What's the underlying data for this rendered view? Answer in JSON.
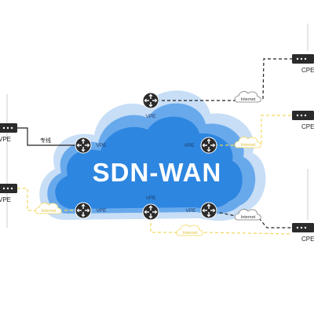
{
  "title": "SDN-WAN",
  "colors": {
    "cloud_outer": "#bcd8f5",
    "cloud_mid": "#5ea3ea",
    "cloud_inner": "#2f86e2",
    "router": "#2b2b2b",
    "link_black": "#222222",
    "link_yellow": "#f2d65b"
  },
  "labels": {
    "vpe": "VPE",
    "cpe": "CPE",
    "dedicated_line": "专线",
    "internet": "Internet"
  },
  "nodes": {
    "vpe_top": "VPE",
    "vpe_mid_left": "VPE",
    "vpe_mid_right": "VPE",
    "vpe_bottom_left": "VPE",
    "vpe_bottom_center": "VPE",
    "vpe_bottom_right": "VPE",
    "cpe_right_1": "CPE",
    "cpe_right_2": "CPE",
    "cpe_right_3": "CPE",
    "cpe_left_1": "VPE",
    "cpe_left_2": "VPE"
  },
  "links": {
    "internet_top": "Internet",
    "internet_mid": "Internet",
    "internet_bottom": "Internet",
    "internet_bottom_center": "Internet",
    "internet_left": "Internet"
  }
}
